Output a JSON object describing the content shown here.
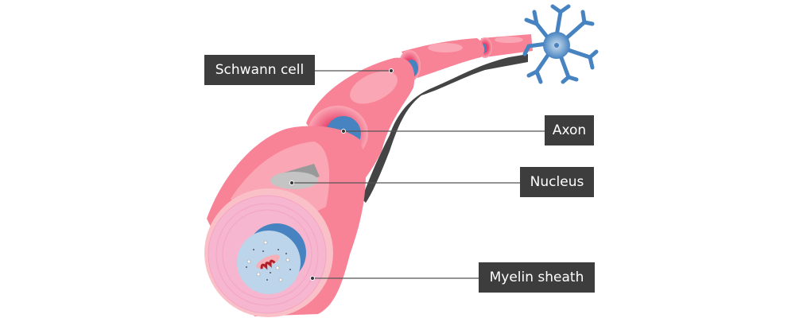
{
  "labels": {
    "schwann_cell": "Schwann cell",
    "axon": "Axon",
    "nucleus": "Nucleus",
    "myelin_sheath": "Myelin sheath"
  },
  "colors": {
    "schwann": "#f88397",
    "schwann_light": "#fba6b4",
    "axon": "#4683c0",
    "axoplasm": "#bcd5ea",
    "myelin": "#f7b6cf",
    "nucleus": "#c4c4c4",
    "label_bg": "#3d3d3d"
  }
}
